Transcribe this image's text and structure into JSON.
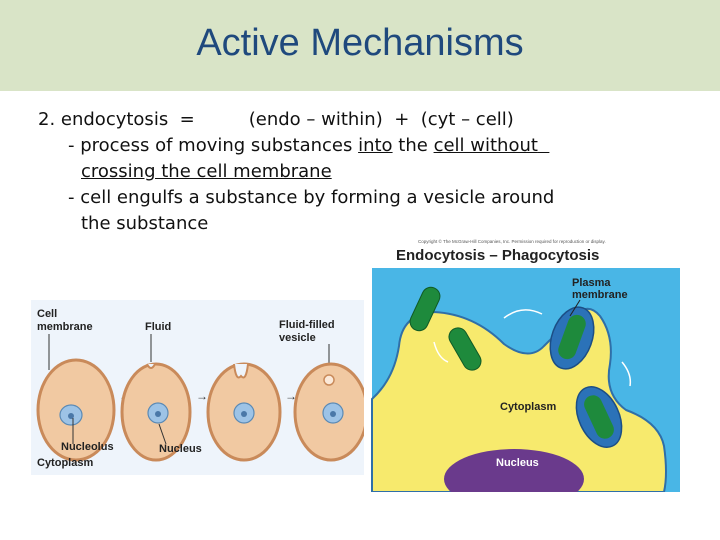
{
  "slide": {
    "title": "Active Mechanisms",
    "line1_prefix": "2. endocytosis  =",
    "line1_endo": "(endo – within)",
    "line1_plus": "+",
    "line1_cyt": "(cyt – cell)",
    "line2_a": "- process of moving substances ",
    "line2_into": "into",
    "line2_b": " the ",
    "line2_cell": "cell without",
    "line3": "crossing the cell membrane",
    "line4": "- cell engulfs a substance by forming a vesicle around",
    "line5": "the substance"
  },
  "figure_left": {
    "cell_membrane": "Cell membrane",
    "fluid": "Fluid",
    "fluid_filled_vesicle": "Fluid-filled vesicle",
    "nucleolus": "Nucleolus",
    "nucleus": "Nucleus",
    "cytoplasm": "Cytoplasm"
  },
  "figure_right": {
    "copyright": "Copyright © The McGraw-Hill Companies, Inc. Permission required for reproduction or display.",
    "title": "Endocytosis – Phagocytosis",
    "plasma_membrane": "Plasma membrane",
    "cytoplasm": "Cytoplasm",
    "nucleus": "Nucleus"
  },
  "colors": {
    "title_bar": "#d9e4c7",
    "title_text": "#1f497d",
    "cell_fill": "#f1c9a2",
    "cell_stroke": "#c98a5a",
    "nucleus_fill": "#9dc3e6",
    "phago_bg": "#49b6e6",
    "phago_cell": "#f7ea6d",
    "bacteria": "#1e8a3c",
    "phago_nucleus": "#6a3a8c"
  }
}
